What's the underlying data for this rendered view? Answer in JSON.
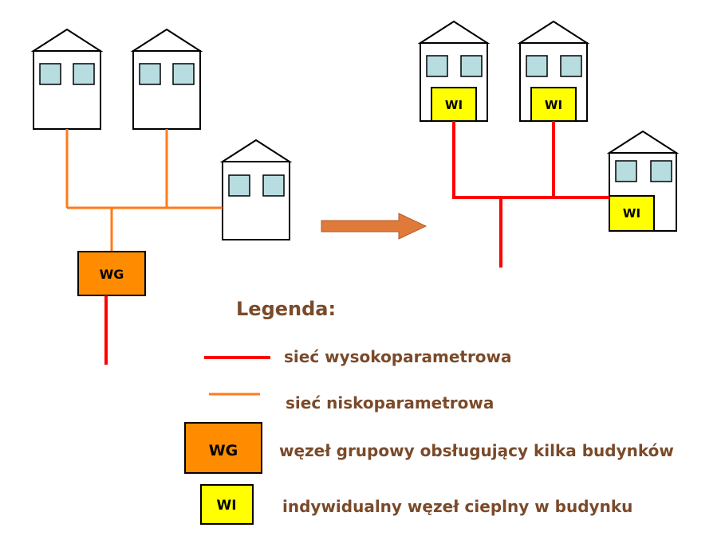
{
  "colors": {
    "high_network": "#ff0000",
    "low_network": "#ff7a1a",
    "wg_fill": "#ff8c00",
    "wi_fill": "#ffff00",
    "window_fill": "#b8dde0",
    "arrow_fill": "#e07a3a",
    "legend_text": "#7a4a2a"
  },
  "left_scheme": {
    "node_label": "WG"
  },
  "right_scheme": {
    "node_labels": [
      "WI",
      "WI",
      "WI"
    ]
  },
  "legend": {
    "title": "Legenda:",
    "items": [
      {
        "symbol": "red-line",
        "label": "sieć wysokoparametrowa"
      },
      {
        "symbol": "orange-line",
        "label": "sieć niskoparametrowa"
      },
      {
        "symbol": "WG",
        "label": "węzeł grupowy obsługujący kilka budynków"
      },
      {
        "symbol": "WI",
        "label": "indywidualny węzeł cieplny w budynku"
      }
    ]
  }
}
